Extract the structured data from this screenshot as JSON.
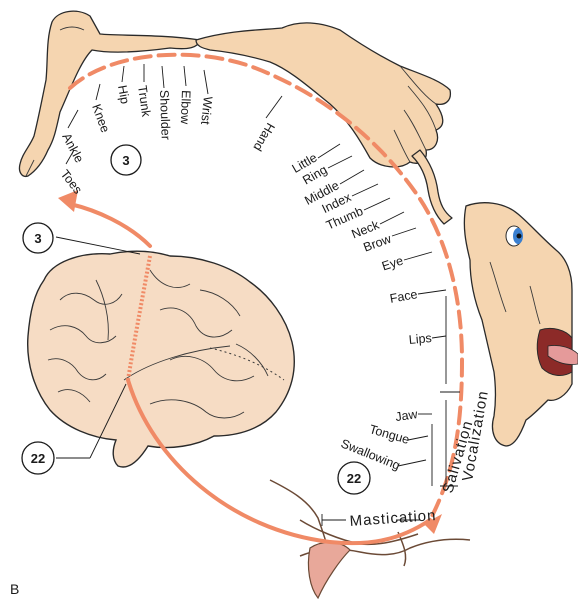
{
  "panel_label": "B",
  "colors": {
    "accent": "#f08a66",
    "skin": "#f5d5b0",
    "brain": "#f6dcc4",
    "outline": "#2a2a2a",
    "iris": "#3a7fd0"
  },
  "body_part_labels": [
    "Toes",
    "Ankle",
    "Knee",
    "Hip",
    "Trunk",
    "Shoulder",
    "Elbow",
    "Wrist",
    "Hand",
    "Little",
    "Ring",
    "Middle",
    "Index",
    "Thumb",
    "Neck",
    "Brow",
    "Eye",
    "Face",
    "Lips",
    "Jaw",
    "Tongue",
    "Swallowing"
  ],
  "function_labels": {
    "vocalization": "Vocalization",
    "salivation": "Salivation",
    "mastication": "Mastication"
  },
  "callouts": {
    "upper_brain": "3",
    "lower_brain": "22",
    "upper_map": "3",
    "lower_map": "22"
  },
  "icons": [
    "arm-icon",
    "hand-icon",
    "face-icon",
    "leg-icon",
    "brain-icon",
    "neuron-icon"
  ]
}
